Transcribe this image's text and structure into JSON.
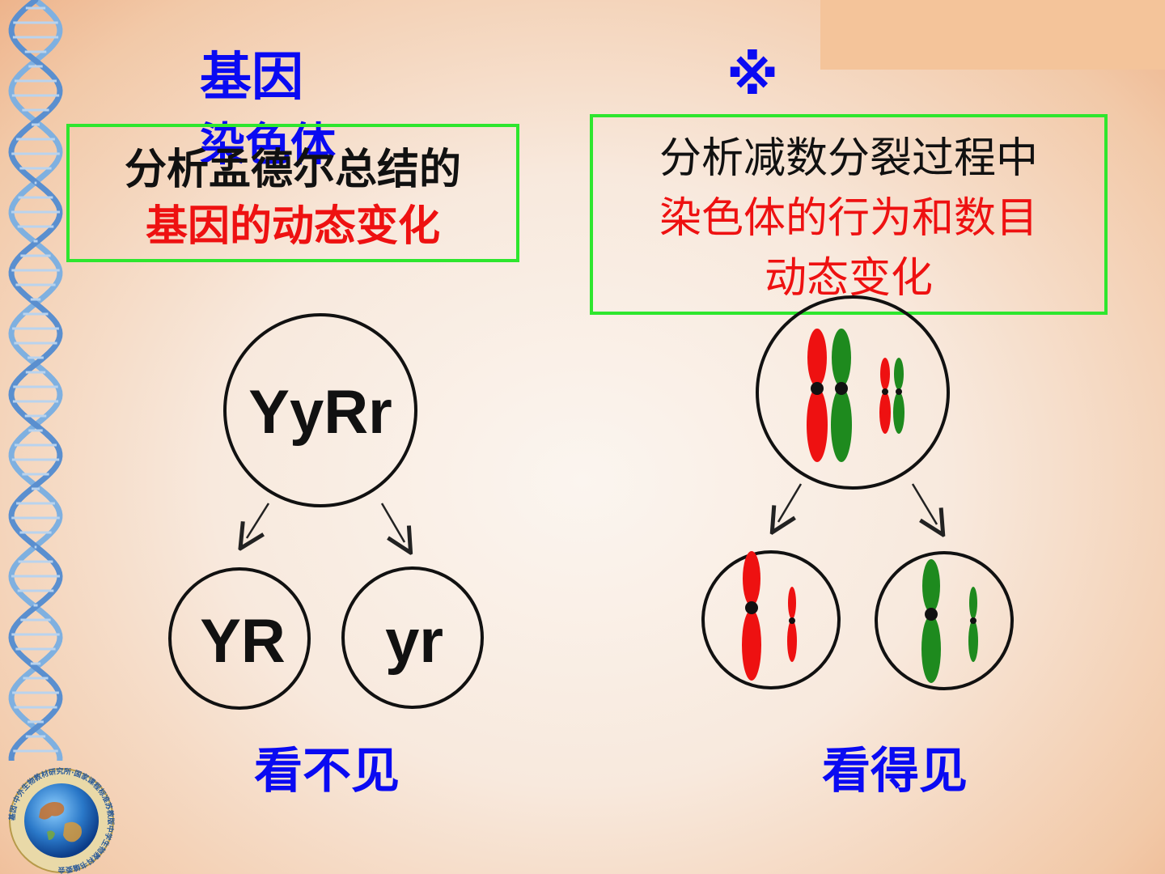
{
  "title_left_line1": "基因",
  "title_left_line2": "染色体",
  "title_right": "※",
  "box_left": {
    "line1": "分析孟德尔总结的",
    "line2": "基因的动态变化"
  },
  "box_right": {
    "line1": "分析减数分裂过程中",
    "line2": "染色体的行为和数目",
    "line3": "动态变化"
  },
  "gene_diagram": {
    "parent": "YyRr",
    "child_left": "YR",
    "child_right": "yr"
  },
  "caption_left": "看不见",
  "caption_right": "看得见",
  "logo_text": "基因·中外生物教材研究所·国家课程标准苏教版中学生物教科书编委会",
  "colors": {
    "title_blue": "#0a0af2",
    "highlight_red": "#ee1111",
    "box_border": "#2ee62e",
    "chromosome_red": "#ee1111",
    "chromosome_green": "#1e8a1e"
  }
}
